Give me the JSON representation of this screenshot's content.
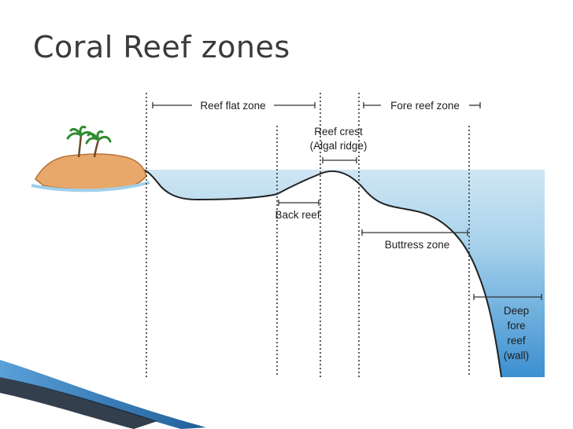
{
  "slide": {
    "title": "Coral Reef zones"
  },
  "diagram": {
    "labels": {
      "reef_flat_zone": "Reef flat zone",
      "fore_reef_zone": "Fore reef zone",
      "reef_crest_1": "Reef crest",
      "reef_crest_2": "(Algal ridge)",
      "back_reef": "Back reef",
      "buttress_zone": "Buttress zone",
      "deep_fore_reef_1": "Deep",
      "deep_fore_reef_2": "fore",
      "deep_fore_reef_3": "reef",
      "deep_fore_reef_4": "(wall)"
    },
    "colors": {
      "water_top": "#cfe6f3",
      "water_mid": "#a9d3ec",
      "water_deep": "#3b8fd0",
      "island": "#e8a86a",
      "palm": "#2e8b2e",
      "accent_blue": "#1f5f99"
    }
  }
}
